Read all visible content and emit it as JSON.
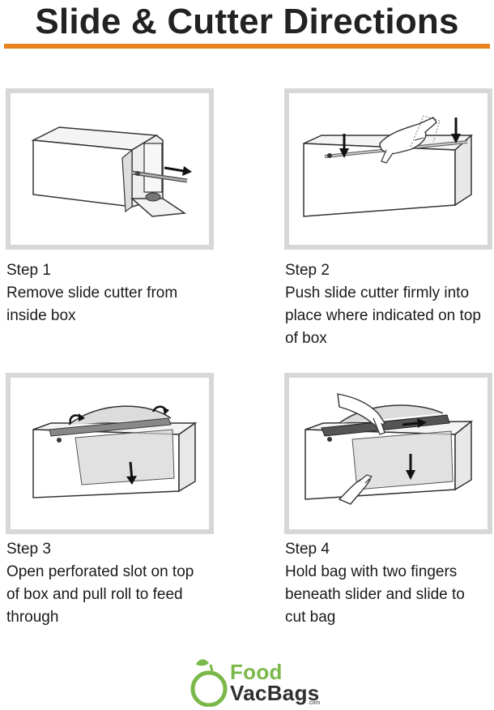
{
  "header": {
    "title": "Slide & Cutter Directions",
    "rule_color": "#e8821e"
  },
  "steps": [
    {
      "label": "Step 1",
      "text": "Remove slide cutter from inside box",
      "image": "box-slide-removal-illustration"
    },
    {
      "label": "Step 2",
      "text": "Push slide cutter firmly into place where indicated on top of box",
      "image": "slide-insert-illustration"
    },
    {
      "label": "Step 3",
      "text": "Open perforated slot on top of box and pull roll to feed through",
      "image": "roll-feed-illustration"
    },
    {
      "label": "Step 4",
      "text": "Hold bag with two fingers beneath slider and slide to cut bag",
      "image": "bag-cut-illustration"
    }
  ],
  "logo": {
    "line1": "Food",
    "line2": "VacBags",
    "suffix": ".com",
    "colors": {
      "green": "#7bb84a",
      "dark": "#2f2f2f"
    }
  }
}
